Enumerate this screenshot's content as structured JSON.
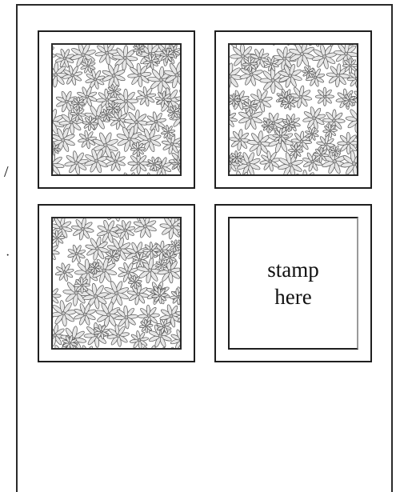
{
  "card": {
    "stamp_placeholder": {
      "line1": "stamp",
      "line2": "here"
    },
    "panels": [
      {
        "kind": "pattern",
        "icon": "daisy-pattern-icon"
      },
      {
        "kind": "pattern",
        "icon": "daisy-pattern-icon"
      },
      {
        "kind": "pattern",
        "icon": "daisy-pattern-icon"
      },
      {
        "kind": "stamp-placeholder"
      }
    ]
  },
  "colors": {
    "outline": "#1f1f1f",
    "pattern_stroke": "#555555",
    "pattern_fill": "#e6e6e6",
    "background": "#ffffff"
  }
}
